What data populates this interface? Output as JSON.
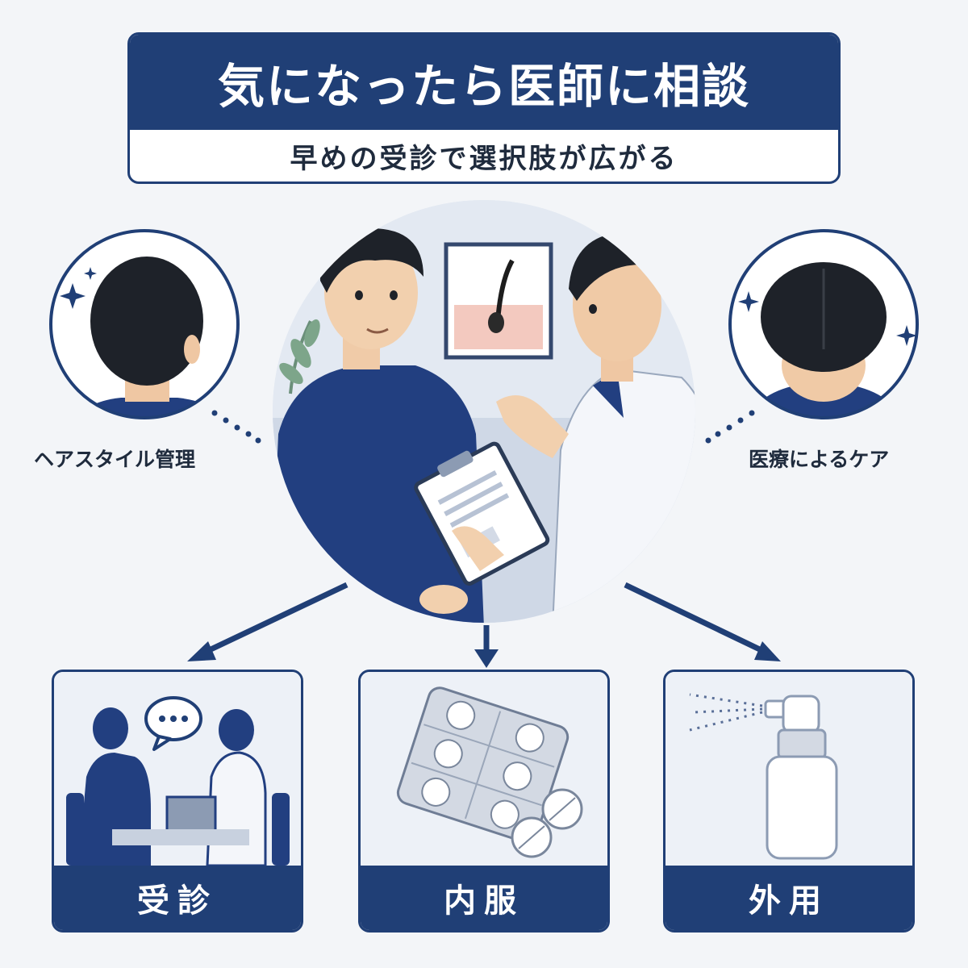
{
  "header": {
    "title": "気になったら医師に相談",
    "subtitle": "早めの受診で選択肢が広がる"
  },
  "options": {
    "left_label": "ヘアスタイル管理",
    "right_label": "医療によるケア"
  },
  "cards": [
    {
      "label": "受診",
      "icon": "consultation-icon"
    },
    {
      "label": "内服",
      "icon": "pill-pack-icon"
    },
    {
      "label": "外用",
      "icon": "spray-bottle-icon"
    }
  ],
  "colors": {
    "navy": "#203f76",
    "background": "#f3f5f8",
    "text": "#1f2b3d"
  }
}
